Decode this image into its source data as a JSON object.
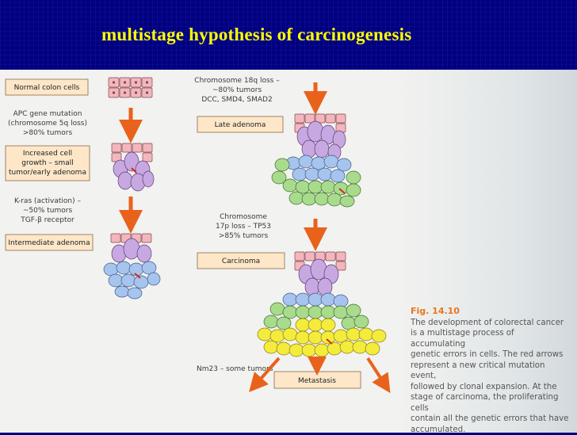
{
  "slide": {
    "title": "multistage hypothesis of carcinogenesis"
  },
  "left_column": {
    "stage_normal": "Normal colon cells",
    "apc_lines": [
      "APC gene mutation",
      "(chromosome 5q loss)",
      ">80% tumors"
    ],
    "growth_lines": [
      "Increased cell",
      "growth – small",
      "tumor/early adenoma"
    ],
    "kras_lines": [
      "K-ras (activation) –",
      "~50% tumors",
      "TGF-β receptor"
    ],
    "stage_intermediate": "Intermediate adenoma"
  },
  "middle_column": {
    "chr18_lines": [
      "Chromosome 18q loss –",
      "~80% tumors",
      "DCC, SMD4, SMAD2"
    ],
    "stage_late": "Late adenoma",
    "chr17_lines": [
      "Chromosome",
      "17p loss – TP53",
      ">85% tumors"
    ],
    "stage_carcinoma": "Carcinoma",
    "nm23": "Nm23 – some tumors",
    "stage_metastasis": "Metastasis"
  },
  "caption": {
    "figure": "Fig. 14.10",
    "lines": [
      "The development of colorectal cancer",
      "is a multistage process of accumulating",
      "genetic errors in cells. The red arrows",
      "represent a new critical mutation event,",
      "followed by clonal expansion. At the",
      "stage of carcinoma, the proliferating cells",
      "contain all the genetic errors that have",
      "accumulated."
    ]
  },
  "colors": {
    "header_bg": "#000080",
    "title": "#ffff00",
    "stage_box": "#fde7c8",
    "stage_box_border": "#8a6a4a",
    "arrow": "#e8621c",
    "normal_cell": "#f4b6bd",
    "purple_cell": "#c7a8e0",
    "blue_cell": "#a6c4ee",
    "green_cell": "#a8dc8c",
    "yellow_cell": "#f4ec3c",
    "figure_label": "#e8761e"
  }
}
